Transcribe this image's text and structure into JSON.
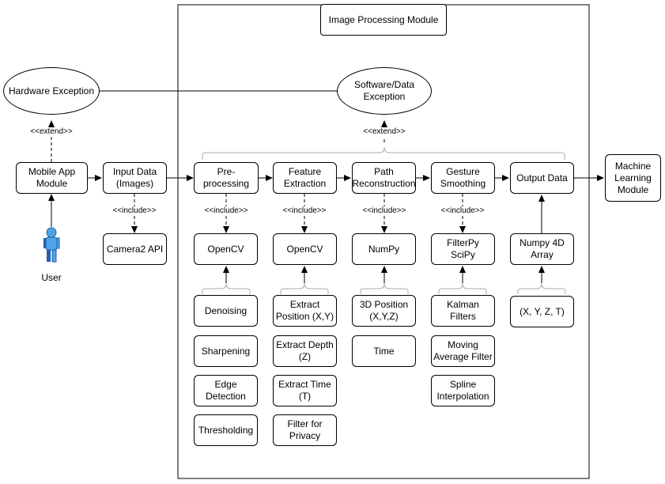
{
  "module_title": "Image Processing Module",
  "actor": {
    "label": "User",
    "icon": "user-actor-icon"
  },
  "exceptions": {
    "hardware": "Hardware Exception",
    "software": "Software/Data\nException"
  },
  "relations": {
    "extend": "<<extend>>",
    "include": "<<include>>"
  },
  "main_flow": {
    "mobile_app": "Mobile App\nModule",
    "input_data": "Input Data\n(Images)",
    "preprocessing": "Pre-\nprocessing",
    "feature_extraction": "Feature\nExtraction",
    "path_reconstruction": "Path\nReconstruction",
    "gesture_smoothing": "Gesture\nSmoothing",
    "output_data": "Output Data",
    "ml_module": "Machine\nLearning\nModule"
  },
  "libraries": {
    "camera2": "Camera2 API",
    "opencv_1": "OpenCV",
    "opencv_2": "OpenCV",
    "numpy": "NumPy",
    "filterpy": "FilterPy\nSciPy",
    "numpy4d": "Numpy 4D\nArray"
  },
  "preprocessing_steps": [
    "Denoising",
    "Sharpening",
    "Edge\nDetection",
    "Thresholding"
  ],
  "feature_steps": [
    "Extract\nPosition (X,Y)",
    "Extract Depth\n(Z)",
    "Extract Time\n(T)",
    "Filter for\nPrivacy"
  ],
  "path_steps": [
    "3D Position\n(X,Y,Z)",
    "Time"
  ],
  "smoothing_steps": [
    "Kalman\nFilters",
    "Moving\nAverage Filter",
    "Spline\nInterpolation"
  ],
  "output_steps": [
    "(X, Y, Z, T)"
  ],
  "colors": {
    "line": "#000000",
    "brace": "#aaaaaa",
    "actor_dark": "#1f5fae",
    "actor_light": "#4fa3e6"
  }
}
